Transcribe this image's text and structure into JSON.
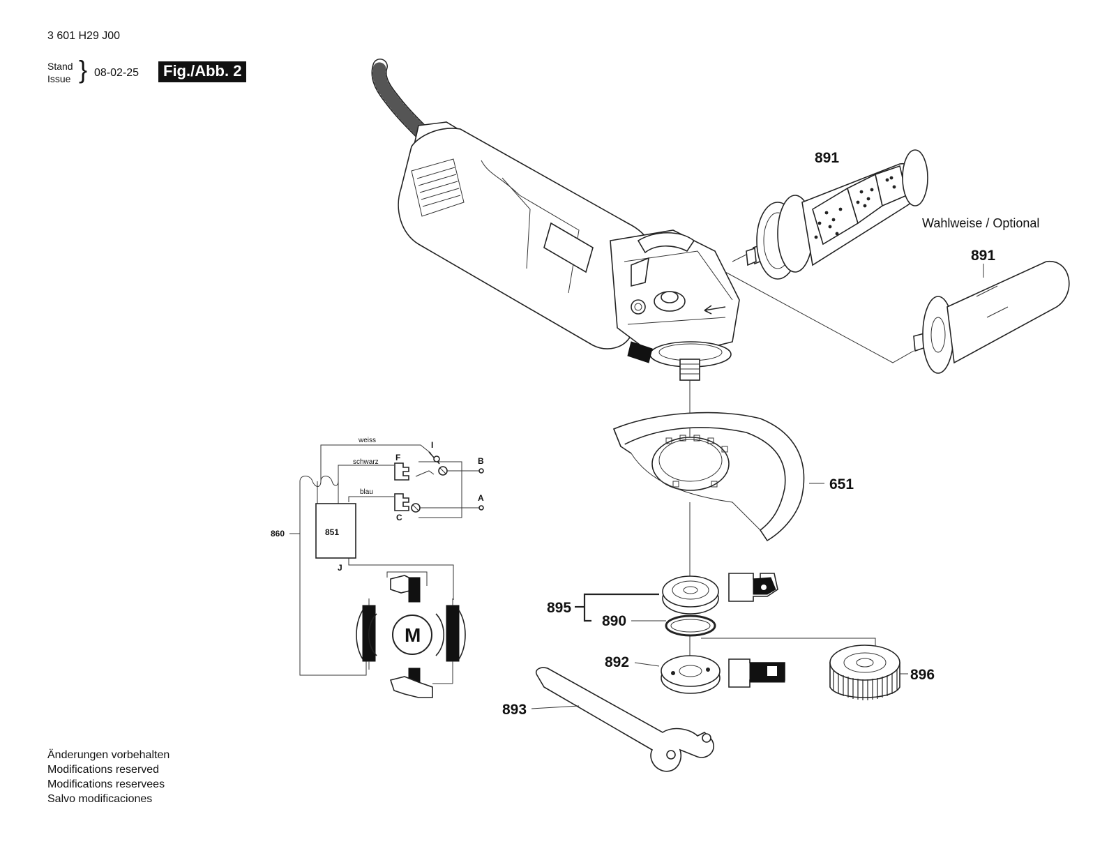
{
  "header": {
    "doc_number": "3 601 H29 J00",
    "stand_label": "Stand",
    "issue_label": "Issue",
    "date": "08-02-25",
    "figure_label": "Fig./Abb. 2"
  },
  "parts": {
    "p891a": "891",
    "p891b": "891",
    "optional": "Wahlweise / Optional",
    "p651": "651",
    "p895": "895",
    "p890": "890",
    "p892": "892",
    "p896": "896",
    "p893": "893",
    "p860": "860",
    "p851": "851",
    "motor": "M"
  },
  "wiring": {
    "weiss": "weiss",
    "schwarz": "schwarz",
    "blau": "blau",
    "I": "I",
    "F": "F",
    "B": "B",
    "A": "A",
    "C": "C",
    "J": "J"
  },
  "footer": {
    "line1": "Änderungen vorbehalten",
    "line2": "Modifications reserved",
    "line3": "Modifications reservees",
    "line4": "Salvo modificaciones"
  }
}
